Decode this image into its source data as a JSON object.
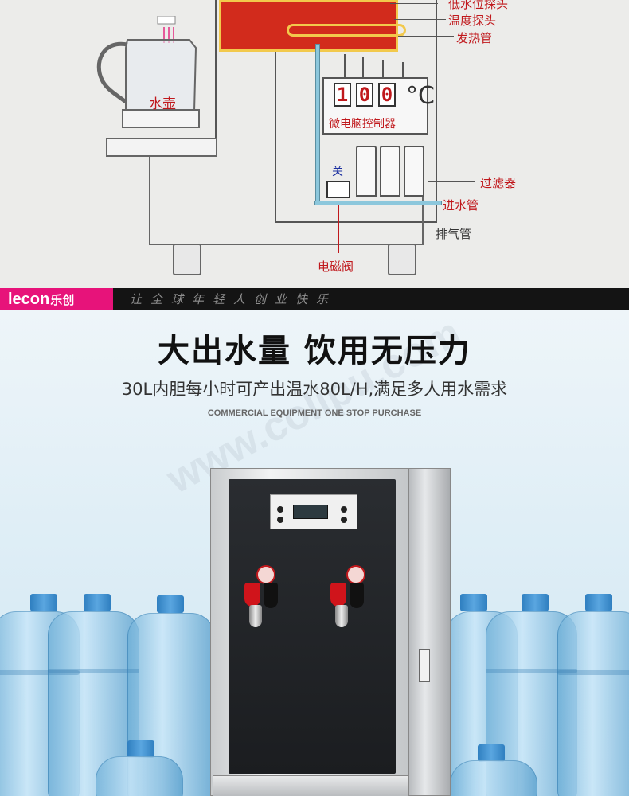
{
  "diagram": {
    "labels": {
      "low_level_probe": "低水位探头",
      "temp_probe": "温度探头",
      "heater": "发热管",
      "kettle": "水壶",
      "filter": "过滤器",
      "inlet_pipe": "进水管",
      "exhaust_pipe": "排气管",
      "solenoid_valve": "电磁阀",
      "valve_switch": "关"
    },
    "controller": {
      "digits": [
        "1",
        "0",
        "0"
      ],
      "unit": "°C",
      "label": "微电脑控制器"
    }
  },
  "brand_bar": {
    "logo_latin": "lecon",
    "logo_cn": "乐创",
    "slogan": "让全球年轻人创业快乐"
  },
  "product": {
    "headline": "大出水量 饮用无压力",
    "subline": "30L内胆每小时可产出温水80L/H,满足多人用水需求",
    "tagline": "COMMERCIAL EQUIPMENT ONE STOP PURCHASE",
    "watermark": "www.colipu.com"
  },
  "colors": {
    "brand_pink": "#e7137a",
    "label_red": "#c0181c",
    "heater_red": "#d22b1c"
  }
}
